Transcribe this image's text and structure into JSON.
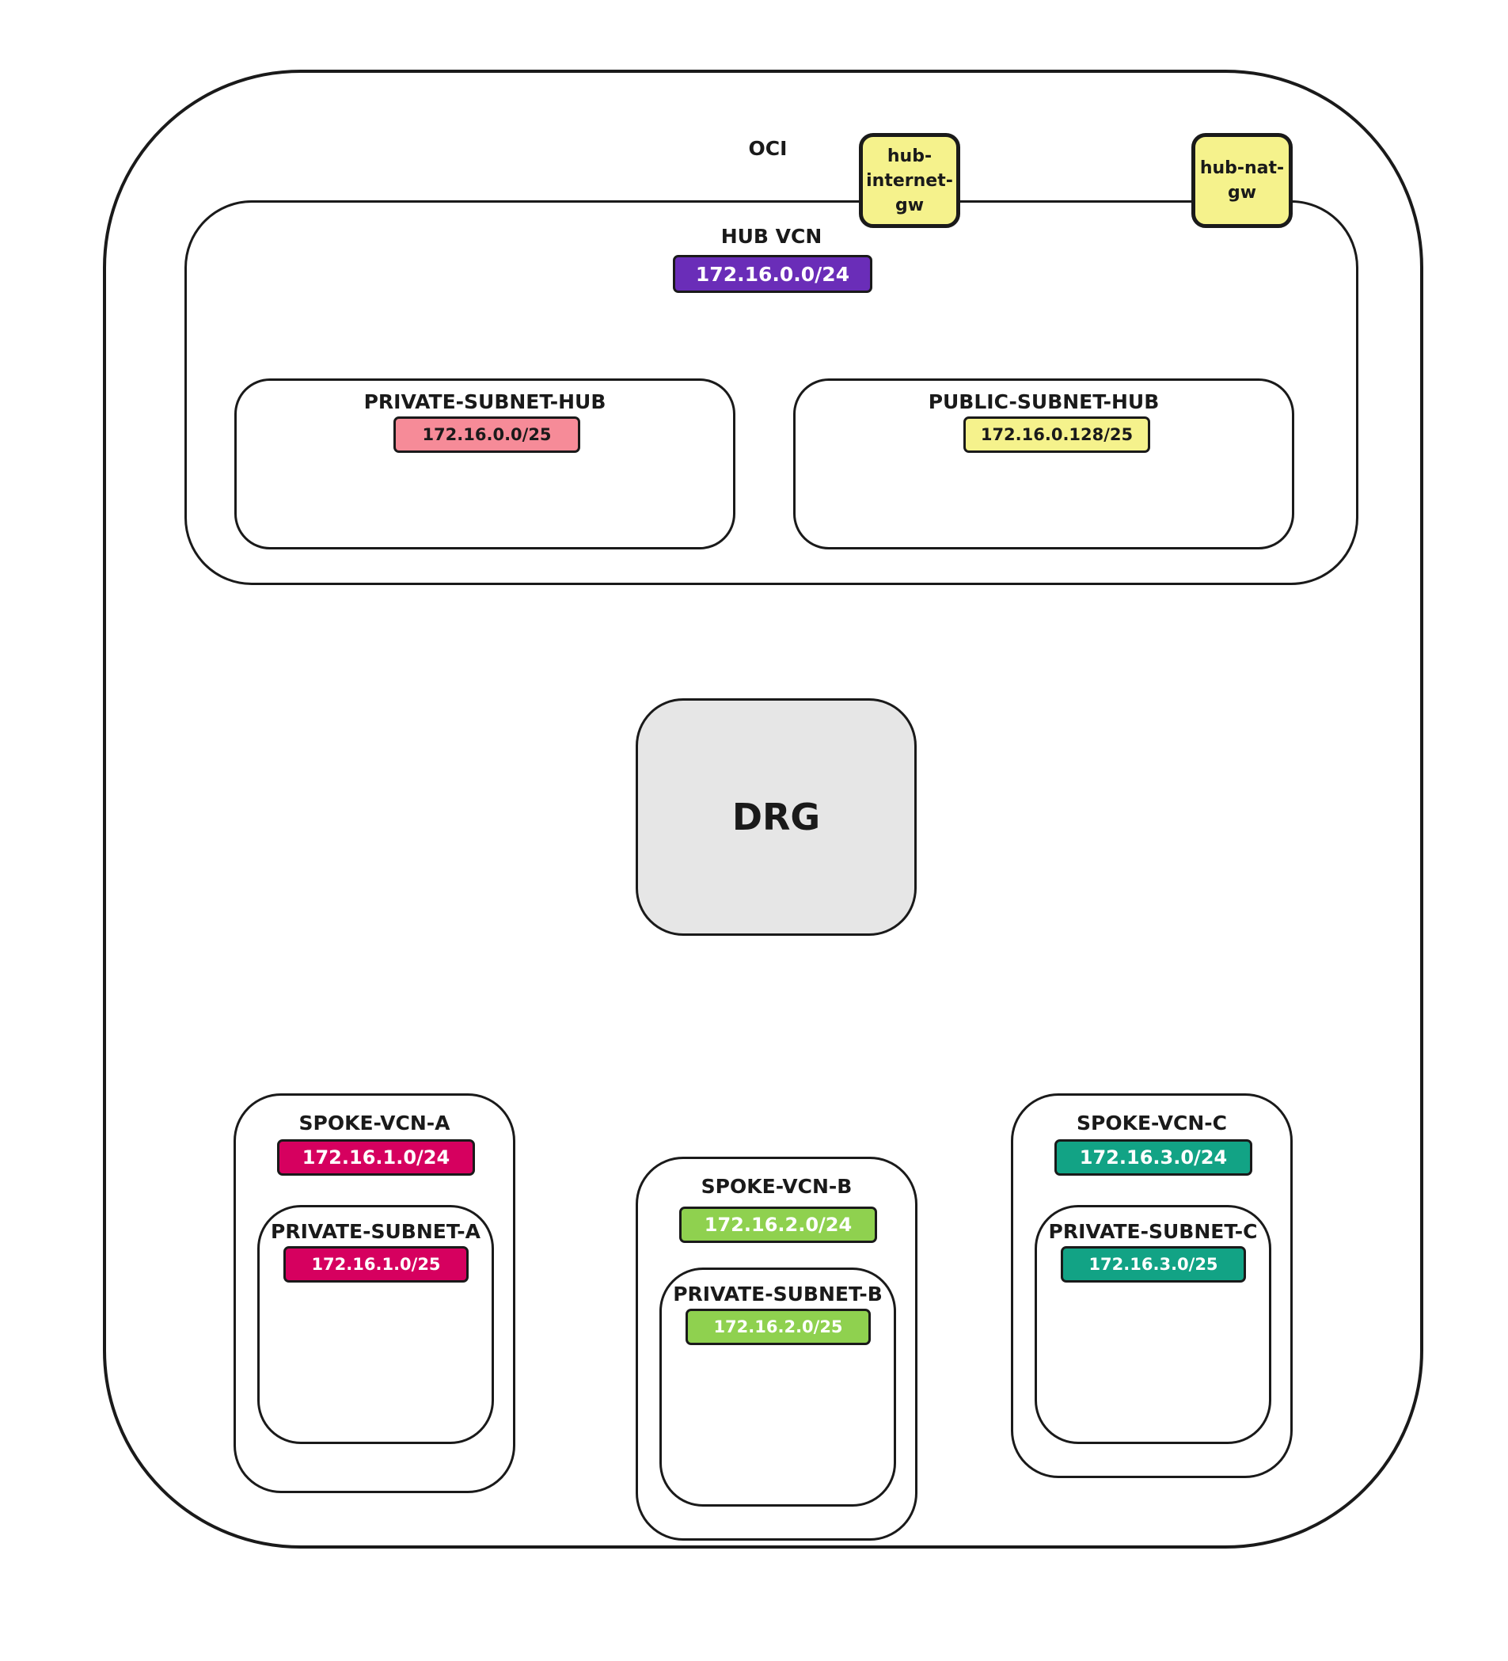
{
  "oci": {
    "label": "OCI"
  },
  "hub_vcn": {
    "label": "HUB VCN",
    "cidr": "172.16.0.0/24",
    "color": "#6a2db8"
  },
  "private_subnet_hub": {
    "label": "PRIVATE-SUBNET-HUB",
    "cidr": "172.16.0.0/25",
    "color": "#f68b98"
  },
  "public_subnet_hub": {
    "label": "PUBLIC-SUBNET-HUB",
    "cidr": "172.16.0.128/25",
    "color": "#f5f28c"
  },
  "gateways": {
    "internet": {
      "label": "hub-\ninternet-\ngw",
      "color": "#f5f28c"
    },
    "nat": {
      "label": "hub-nat-\ngw",
      "color": "#f5f28c"
    }
  },
  "drg": {
    "label": "DRG",
    "color": "#e6e6e6"
  },
  "spoke_a": {
    "label": "SPOKE-VCN-A",
    "cidr": "172.16.1.0/24",
    "subnet_label": "PRIVATE-SUBNET-A",
    "subnet_cidr": "172.16.1.0/25",
    "color": "#d6005f"
  },
  "spoke_b": {
    "label": "SPOKE-VCN-B",
    "cidr": "172.16.2.0/24",
    "subnet_label": "PRIVATE-SUBNET-B",
    "subnet_cidr": "172.16.2.0/25",
    "color": "#8fd14f"
  },
  "spoke_c": {
    "label": "SPOKE-VCN-C",
    "cidr": "172.16.3.0/24",
    "subnet_label": "PRIVATE-SUBNET-C",
    "subnet_cidr": "172.16.3.0/25",
    "color": "#12a385"
  }
}
